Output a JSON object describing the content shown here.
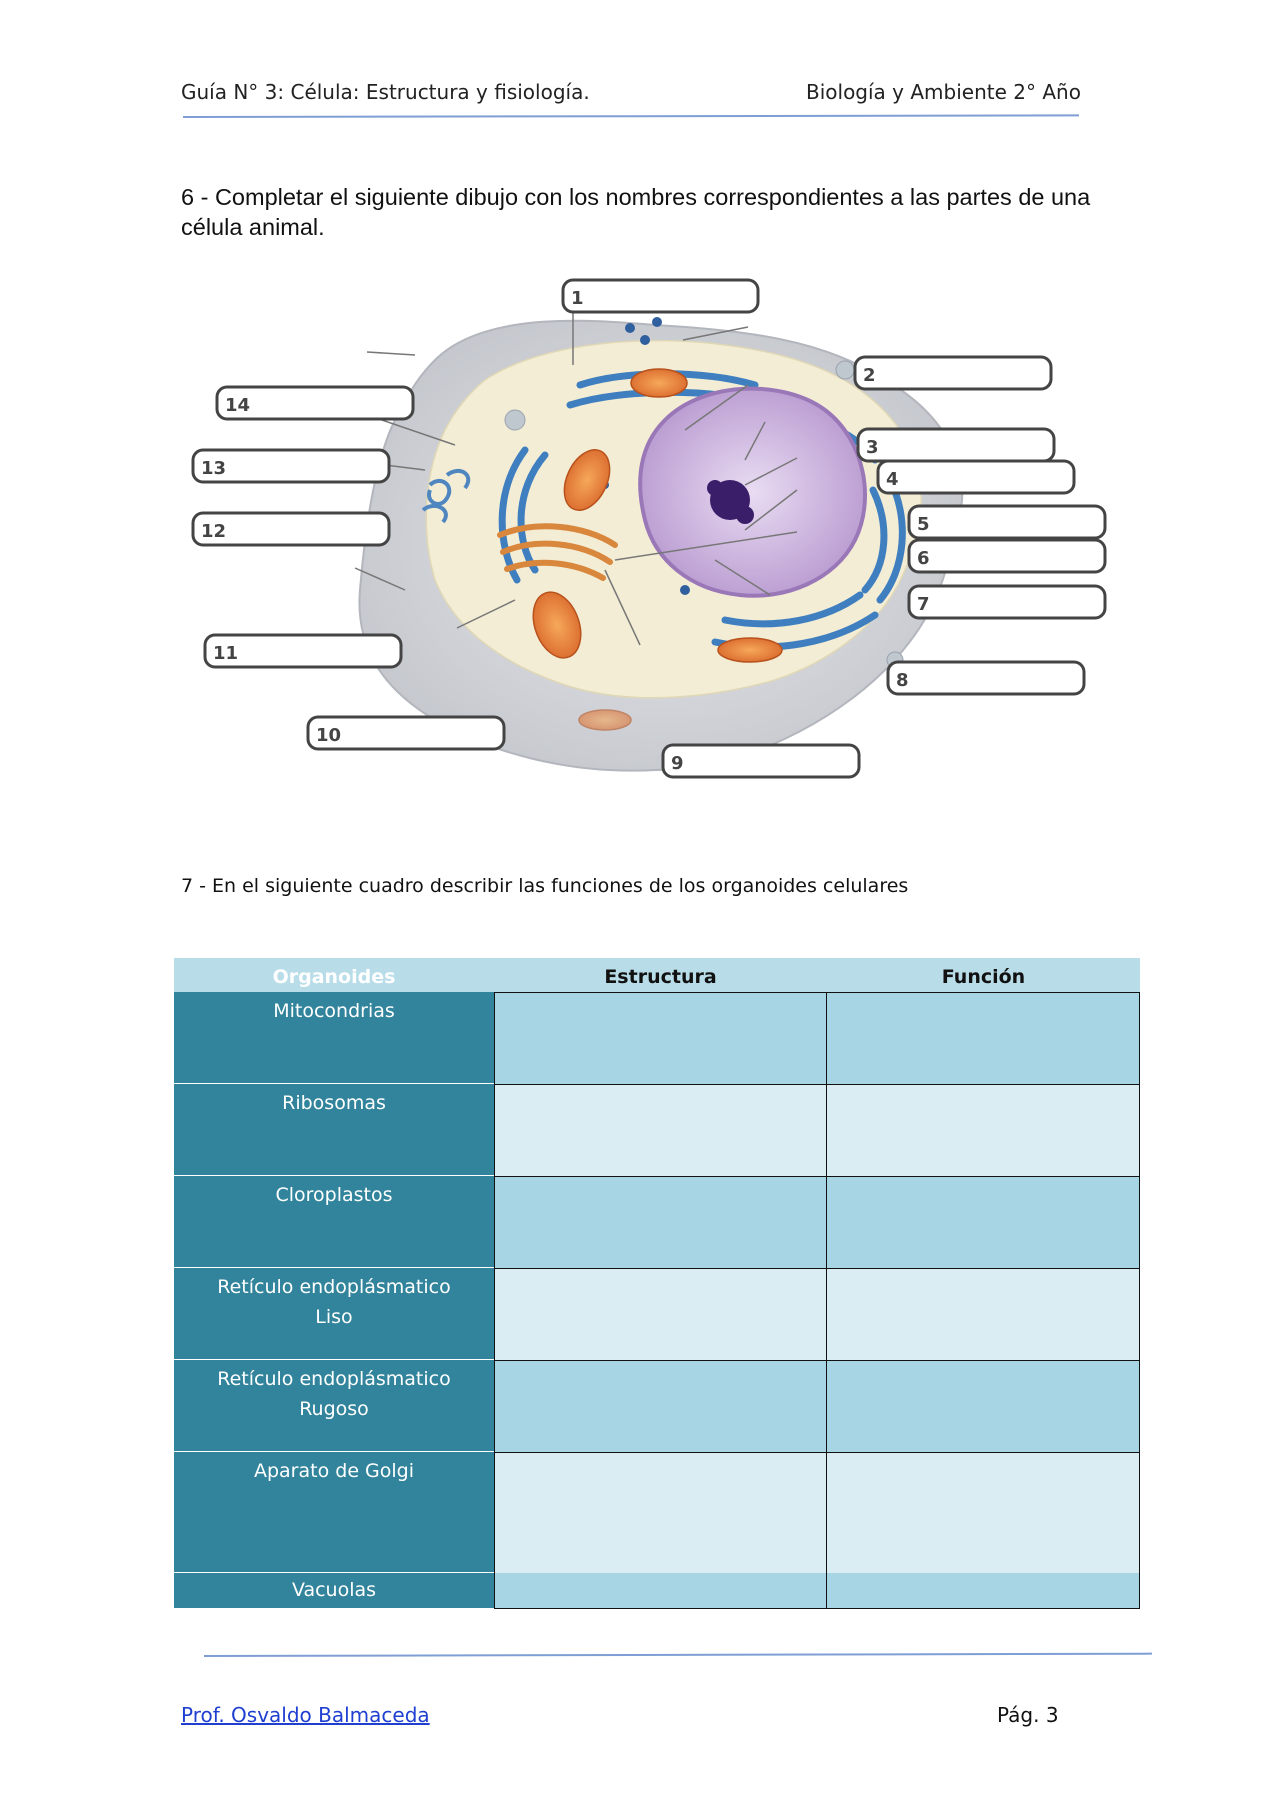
{
  "header": {
    "left": "Guía N° 3: Célula: Estructura y fisiología.",
    "right": "Biología y Ambiente 2° Año"
  },
  "question6": {
    "text": "6 - Completar el siguiente dibujo con los nombres correspondientes a las partes de una célula animal."
  },
  "diagram": {
    "labels": [
      "1",
      "2",
      "3",
      "4",
      "5",
      "6",
      "7",
      "8",
      "9",
      "10",
      "11",
      "12",
      "13",
      "14"
    ]
  },
  "question7": {
    "text": "7 - En el siguiente cuadro describir las funciones de los organoides celulares"
  },
  "table": {
    "headers": [
      "Organoides",
      "Estructura",
      "Función"
    ],
    "rows": [
      {
        "organoide": "Mitocondrias",
        "estructura": "",
        "funcion": ""
      },
      {
        "organoide": "Ribosomas",
        "estructura": "",
        "funcion": ""
      },
      {
        "organoide": "Cloroplastos",
        "estructura": "",
        "funcion": ""
      },
      {
        "organoide": "Retículo endoplásmatico Liso",
        "estructura": "",
        "funcion": ""
      },
      {
        "organoide": "Retículo endoplásmatico Rugoso",
        "estructura": "",
        "funcion": ""
      },
      {
        "organoide": "Aparato de Golgi",
        "estructura": "",
        "funcion": ""
      },
      {
        "organoide": "Vacuolas",
        "estructura": "",
        "funcion": ""
      }
    ],
    "colors": {
      "dark": "#31849b",
      "header": "#b8dde9",
      "row_a": "#a8d5e3",
      "row_b": "#daedf3"
    }
  },
  "footer": {
    "author": "Prof. Osvaldo Balmaceda",
    "page": "Pág. 3"
  }
}
